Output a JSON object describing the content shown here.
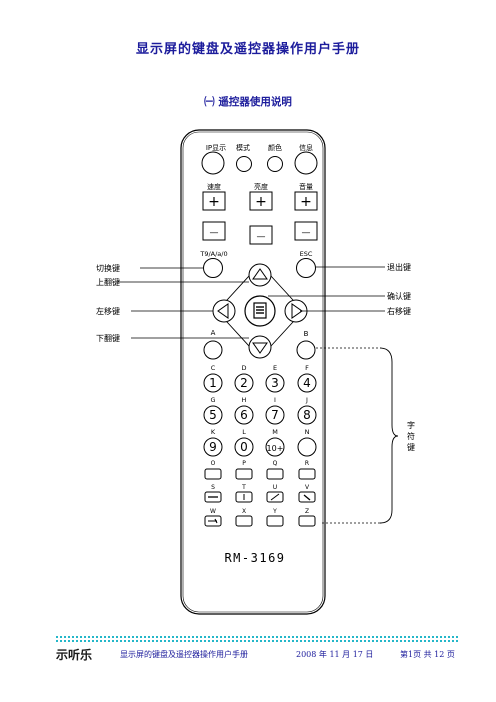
{
  "document": {
    "title": "显示屏的键盘及遥控器操作用户手册",
    "section_title": "㈠ 遥控器使用说明"
  },
  "remote": {
    "top_buttons": [
      "IP显示",
      "模式",
      "颜色",
      "信息"
    ],
    "adjust_labels": [
      "速度",
      "亮度",
      "音量"
    ],
    "plus": "+",
    "minus": "—",
    "t9_label": "T9/A/a/0",
    "esc_label": "ESC",
    "a_label": "A",
    "b_label": "B",
    "letters_row1": [
      "C",
      "D",
      "E",
      "F"
    ],
    "digits_row1": [
      "1",
      "2",
      "3",
      "4"
    ],
    "letters_row2": [
      "G",
      "H",
      "I",
      "J"
    ],
    "digits_row2": [
      "5",
      "6",
      "7",
      "8"
    ],
    "letters_row3": [
      "K",
      "L",
      "M",
      "N"
    ],
    "digits_row3": [
      "9",
      "0",
      "10+",
      ""
    ],
    "letters_row4": [
      "O",
      "P",
      "Q",
      "R"
    ],
    "letters_row5": [
      "S",
      "T",
      "U",
      "V"
    ],
    "letters_row6": [
      "W",
      "X",
      "Y",
      "Z"
    ],
    "model": "RM-3169"
  },
  "callouts": {
    "switch_key": "切换键",
    "page_up_key": "上翻键",
    "left_move_key": "左移键",
    "page_down_key": "下翻键",
    "exit_key": "退出键",
    "confirm_key": "确认键",
    "right_move_key": "右移键",
    "char_key": "字符键"
  },
  "footer": {
    "logo": "示听乐",
    "doc_name": "显示屏的键盘及遥控器操作用户手册",
    "date": "2008 年 11 月 17 日",
    "page": "第1页 共 12 页"
  }
}
